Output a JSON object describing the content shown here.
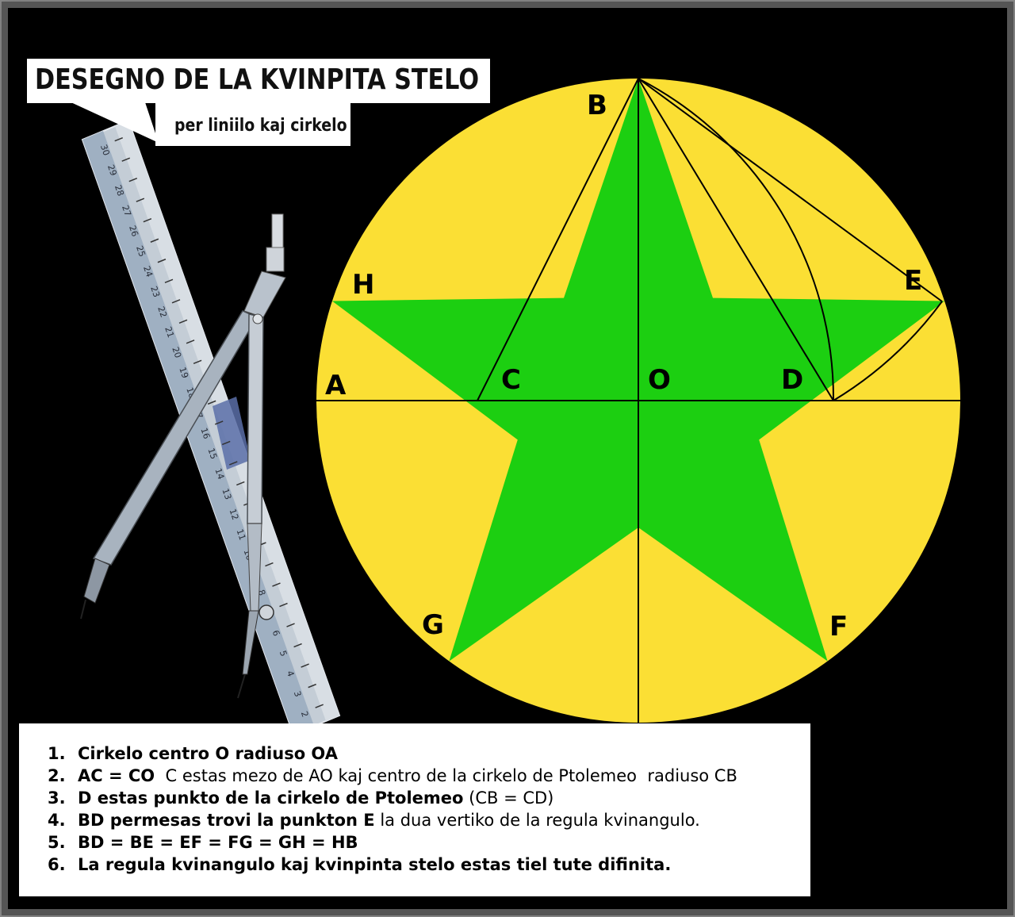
{
  "title": "DESEGNO DE LA KVINPITA STELO",
  "subtitle": "per liniilo kaj cirkelo",
  "colors": {
    "background": "#000000",
    "circle_fill": "#fbdf34",
    "star_fill": "#1ccf11",
    "frame": "#8f8f8f"
  },
  "icons": {
    "ruler": "ruler-icon",
    "compass": "compass-drawing-tool-icon"
  },
  "ruler_marks": [
    "30",
    "29",
    "28",
    "27",
    "26",
    "25",
    "24",
    "23",
    "22",
    "21",
    "20",
    "19",
    "18",
    "17",
    "16",
    "15",
    "14",
    "13",
    "12",
    "11",
    "10",
    "9",
    "8",
    "7",
    "6",
    "5",
    "4",
    "3",
    "2"
  ],
  "point_labels": {
    "A": "A",
    "B": "B",
    "C": "C",
    "O": "O",
    "D": "D",
    "E": "E",
    "F": "F",
    "G": "G",
    "H": "H"
  },
  "steps": [
    {
      "num": "1.",
      "bold": "Cirkelo centro O radiuso OA",
      "rest": ""
    },
    {
      "num": "2.",
      "bold": "AC = CO",
      "rest": "  C estas mezo de AO kaj centro de la cirkelo de Ptolemeo  radiuso CB"
    },
    {
      "num": "3.",
      "bold": "D estas punkto de la cirkelo de Ptolemeo",
      "rest": " (CB = CD)"
    },
    {
      "num": "4.",
      "bold": "BD permesas trovi la punkton E",
      "rest": " la dua vertiko de la regula kvinangulo."
    },
    {
      "num": "5.",
      "bold": "BD = BE = EF = FG = GH = HB",
      "rest": ""
    },
    {
      "num": "6.",
      "bold": "La regula kvinangulo kaj kvinpinta stelo estas tiel tute difinita.",
      "rest": ""
    }
  ]
}
